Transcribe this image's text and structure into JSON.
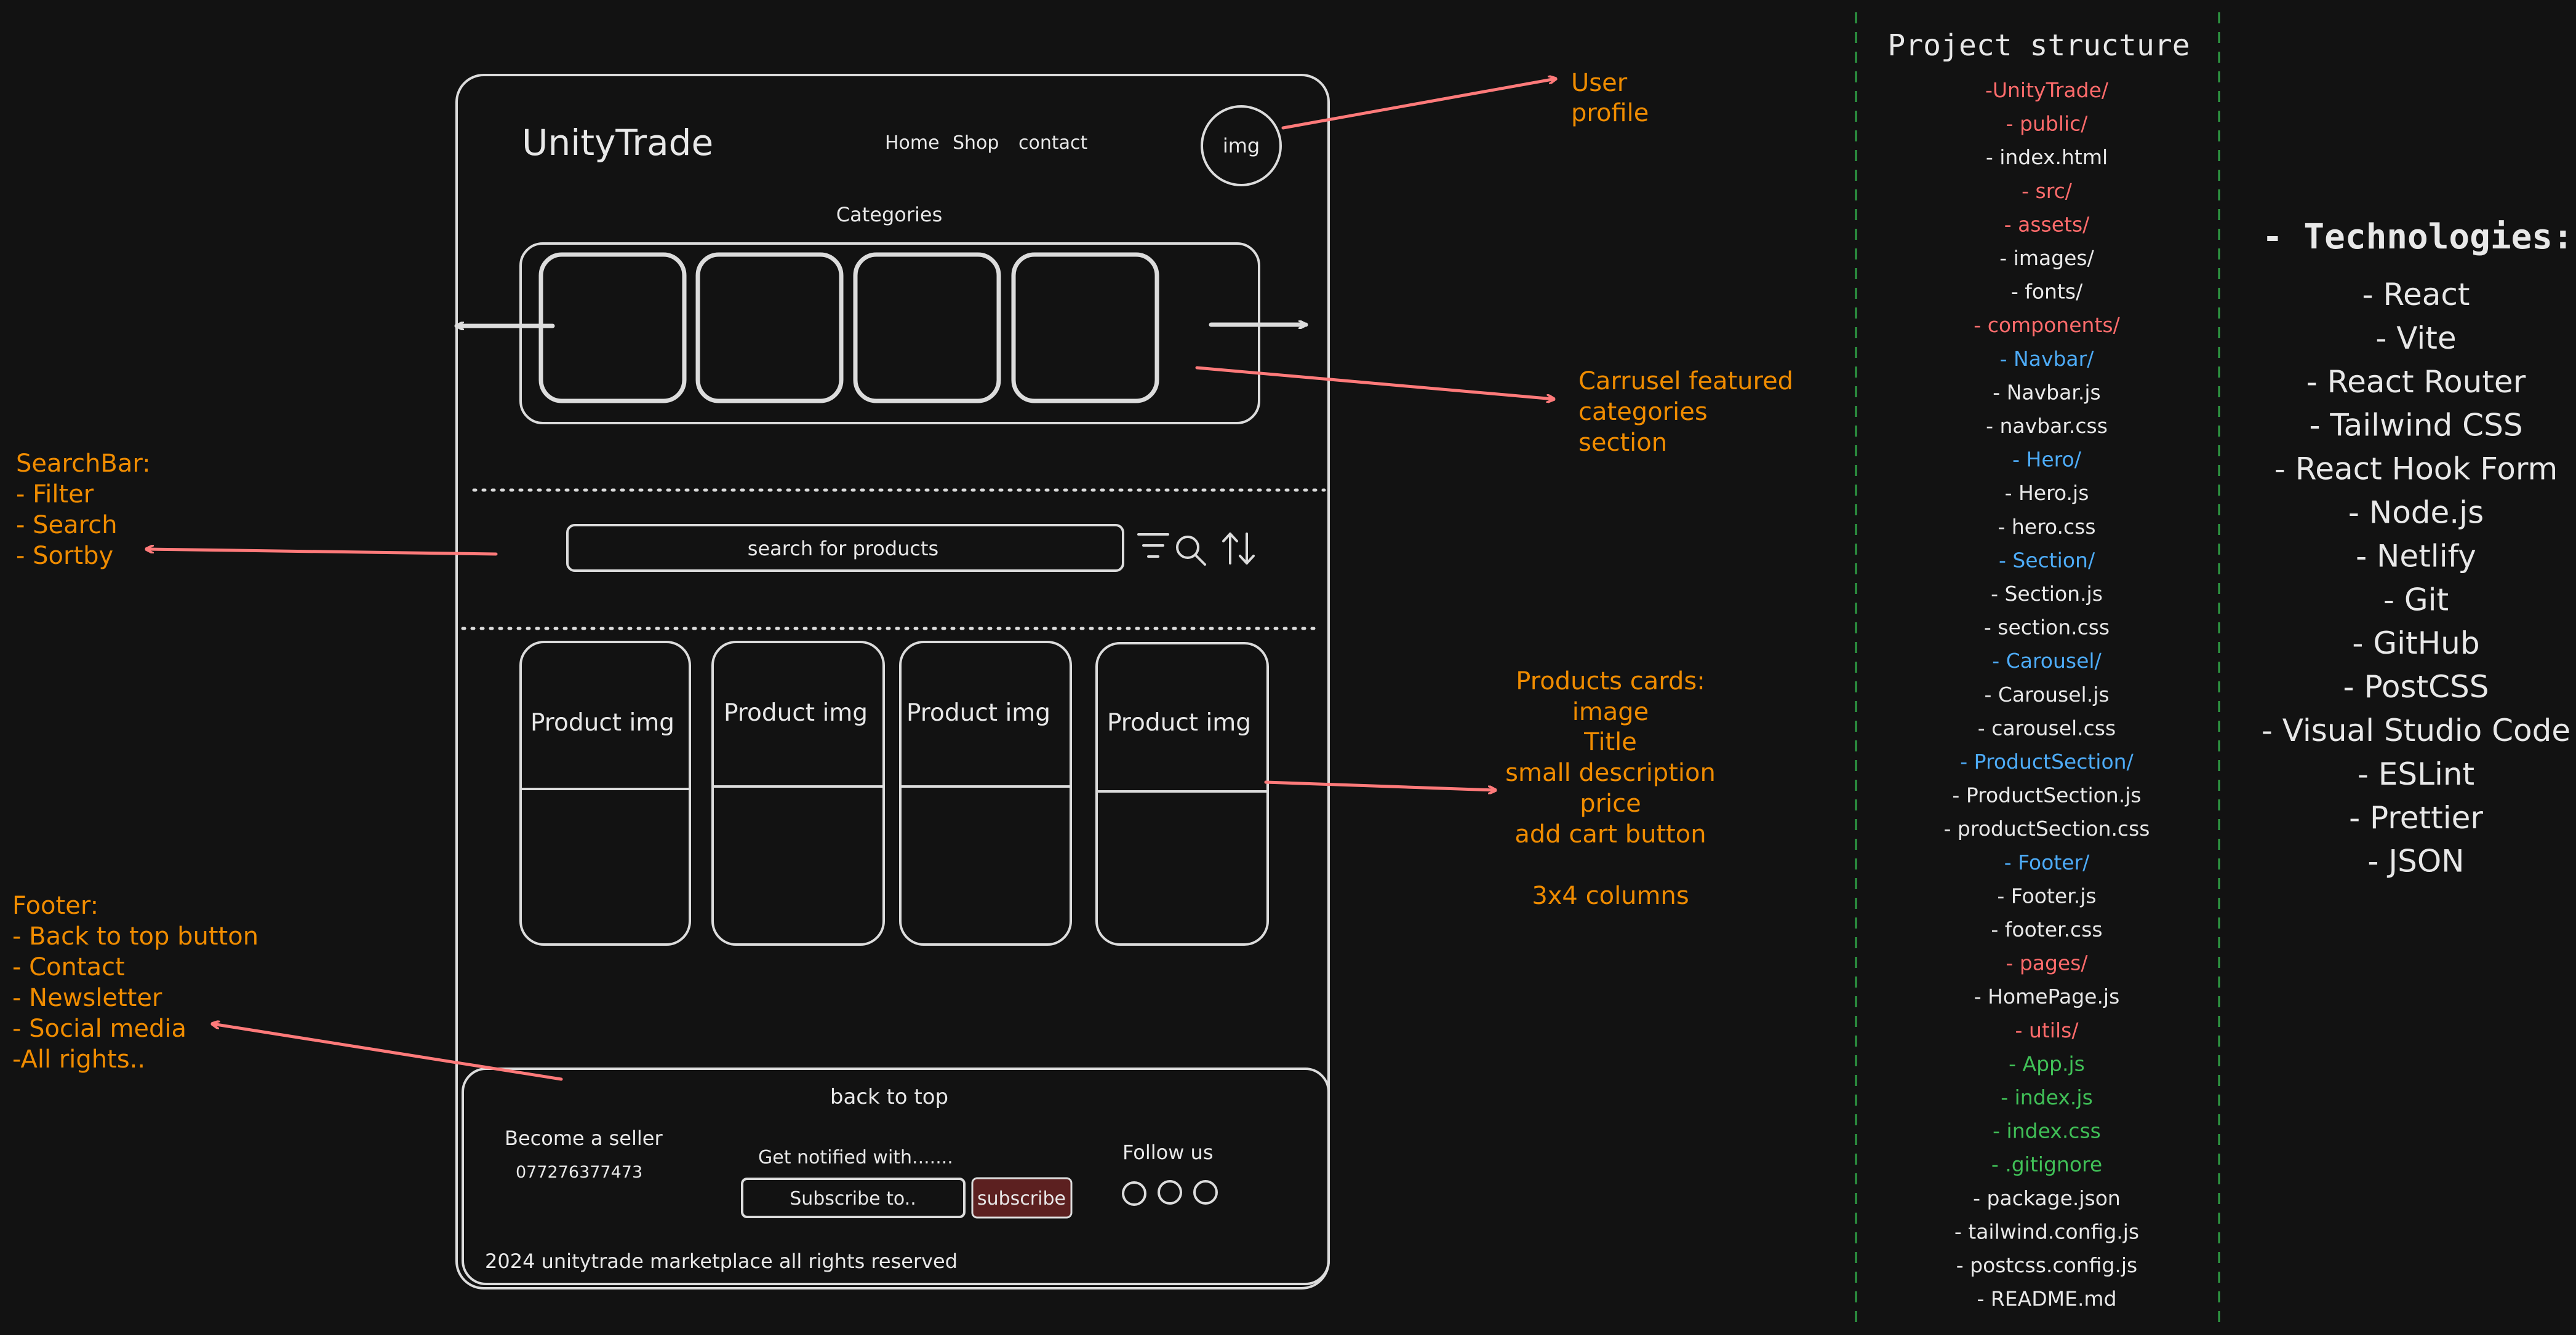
{
  "colors": {
    "background": "#121212",
    "stroke": "#dcdcdc",
    "annotation": "#f08c00",
    "arrow": "#ff7a7a",
    "folder": "#ff6b6b",
    "component": "#4dabf7",
    "root_file": "#40c057",
    "file": "#e8e8e8",
    "subscribe_fill": "#5c2020",
    "divider": "#2f9e44"
  },
  "wireframe": {
    "brand": "UnityTrade",
    "nav": [
      "Home",
      "Shop",
      "contact"
    ],
    "avatar_label": "img",
    "categories_label": "Categories",
    "search_placeholder": "search for products",
    "product_label": "Product img",
    "footer": {
      "back_to_top": "back to top",
      "seller": "Become a seller",
      "phone": "077276377473",
      "notify": "Get notified with.......",
      "subscribe_input": "Subscribe to..",
      "subscribe_button": "subscribe",
      "follow": "Follow us",
      "copyright": "2024 unitytrade marketplace all rights reserved"
    }
  },
  "annotations": {
    "user_profile": [
      "User",
      "profile"
    ],
    "carousel": [
      "Carrusel featured",
      "categories",
      "section"
    ],
    "searchbar": [
      "SearchBar:",
      "- Filter",
      "- Search",
      "- Sortby"
    ],
    "products": [
      "Products cards:",
      "image",
      "Title",
      "small description",
      "price",
      "add cart button",
      "",
      "3x4 columns"
    ],
    "footer": [
      "Footer:",
      "- Back to top button",
      "- Contact",
      "- Newsletter",
      "- Social media",
      "-All rights.."
    ]
  },
  "structure": {
    "title": "Project structure",
    "items": [
      {
        "text": "-UnityTrade/",
        "kind": "folder"
      },
      {
        "text": "- public/",
        "kind": "folder"
      },
      {
        "text": "- index.html",
        "kind": "file"
      },
      {
        "text": "- src/",
        "kind": "folder"
      },
      {
        "text": "- assets/",
        "kind": "folder"
      },
      {
        "text": "- images/",
        "kind": "file"
      },
      {
        "text": "- fonts/",
        "kind": "file"
      },
      {
        "text": "- components/",
        "kind": "folder"
      },
      {
        "text": "- Navbar/",
        "kind": "component"
      },
      {
        "text": "- Navbar.js",
        "kind": "file"
      },
      {
        "text": "- navbar.css",
        "kind": "file"
      },
      {
        "text": "- Hero/",
        "kind": "component"
      },
      {
        "text": "- Hero.js",
        "kind": "file"
      },
      {
        "text": "- hero.css",
        "kind": "file"
      },
      {
        "text": "- Section/",
        "kind": "component"
      },
      {
        "text": "- Section.js",
        "kind": "file"
      },
      {
        "text": "- section.css",
        "kind": "file"
      },
      {
        "text": "- Carousel/",
        "kind": "component"
      },
      {
        "text": "- Carousel.js",
        "kind": "file"
      },
      {
        "text": "- carousel.css",
        "kind": "file"
      },
      {
        "text": "- ProductSection/",
        "kind": "component"
      },
      {
        "text": "- ProductSection.js",
        "kind": "file"
      },
      {
        "text": "- productSection.css",
        "kind": "file"
      },
      {
        "text": "- Footer/",
        "kind": "component"
      },
      {
        "text": "- Footer.js",
        "kind": "file"
      },
      {
        "text": "- footer.css",
        "kind": "file"
      },
      {
        "text": "- pages/",
        "kind": "folder"
      },
      {
        "text": "- HomePage.js",
        "kind": "file"
      },
      {
        "text": "- utils/",
        "kind": "folder"
      },
      {
        "text": "- App.js",
        "kind": "root_file"
      },
      {
        "text": "- index.js",
        "kind": "root_file"
      },
      {
        "text": "- index.css",
        "kind": "root_file"
      },
      {
        "text": "- .gitignore",
        "kind": "root_file"
      },
      {
        "text": "- package.json",
        "kind": "file"
      },
      {
        "text": "- tailwind.config.js",
        "kind": "file"
      },
      {
        "text": "- postcss.config.js",
        "kind": "file"
      },
      {
        "text": "- README.md",
        "kind": "file"
      }
    ]
  },
  "technologies": {
    "title": "- Technologies:",
    "items": [
      "- React",
      "- Vite",
      "- React Router",
      "- Tailwind CSS",
      "- React Hook Form",
      "- Node.js",
      "- Netlify",
      "- Git",
      "- GitHub",
      "- PostCSS",
      "- Visual Studio Code",
      "- ESLint",
      "- Prettier",
      "- JSON"
    ]
  }
}
